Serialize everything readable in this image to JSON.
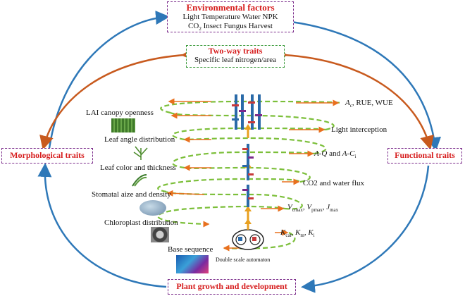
{
  "environment": {
    "title": "Environmental factors",
    "line1": "Light  Temperature  Water  NPK",
    "line2_co2": "CO",
    "line2_sub": "2",
    "line2_rest": "  Insect  Fungus  Harvest"
  },
  "two_way": {
    "title": "Two-way traits",
    "subtitle": "Specific leaf nitrogen/area"
  },
  "morphological": {
    "title": "Morphological traits"
  },
  "functional": {
    "title": "Functional traits"
  },
  "growth": {
    "title": "Plant growth and development"
  },
  "left_labels": {
    "lai": "LAI canopy openness",
    "leaf_angle": "Leaf angle distribution",
    "leaf_color": "Leaf color and thickness",
    "stomatal": "Stomatal aize and density",
    "chloroplast": "Chloroplast distribution",
    "base": "Base sequence"
  },
  "right_labels": {
    "ac": {
      "a": "A",
      "sub": "c",
      "rest": ", RUE, WUE"
    },
    "light": "Light interception",
    "aq": {
      "a": "A",
      "dash1": "-",
      "q": "Q",
      "and": " and ",
      "a2": "A",
      "dash2": "-",
      "c": "C",
      "sub": "i"
    },
    "co2": "CO2 and water flux",
    "vmax": {
      "v1": "V",
      "s1": "cmax",
      "c1": ", ",
      "v2": "V",
      "s2": "pmax",
      "c2": ", ",
      "j": "J",
      "s3": "max"
    },
    "kcat": {
      "k1": "K",
      "s1": "cat",
      "c1": ", ",
      "k2": "K",
      "s2": "m",
      "c2": ", ",
      "k3": "K",
      "s3": "i"
    }
  },
  "automaton": {
    "label": "Double scale automaton"
  },
  "colors": {
    "purple": "#7a2a8a",
    "red": "#d61c1c",
    "blue_arrow": "#2e78b8",
    "orange_arrow": "#c85a1e",
    "spiral": "#7cbf3a"
  }
}
